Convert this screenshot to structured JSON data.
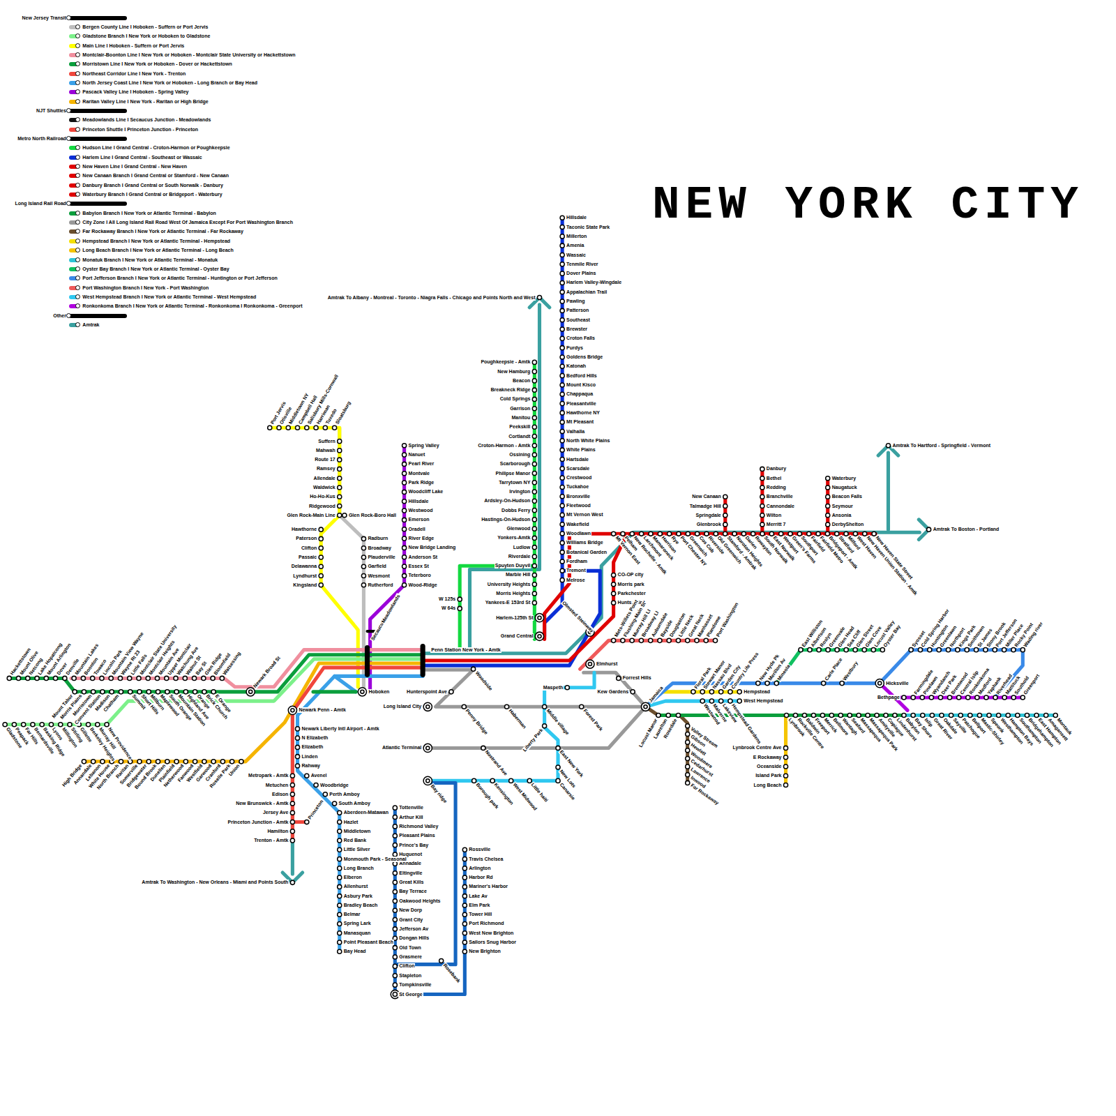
{
  "diagram": {
    "title": "NEW YORK CITY",
    "labels": [
      "Poughkeepsie - Amtk",
      "New Hamburg",
      "Beacon",
      "Breakneck Ridge",
      "Cold Springs",
      "Garrison",
      "Manitou",
      "Peekskill",
      "Cortlandt",
      "Croton-Harmon - Amtk",
      "Ossining",
      "Scarborough",
      "Philipse Manor",
      "Tarrytown NY",
      "Irvington",
      "Ardsley-On-Hudson",
      "Dobbs Ferry",
      "Hastings-On-Hudson",
      "Glenwood",
      "Yonkers-Amtk",
      "Ludlow",
      "Riverdale",
      "Spuyten Duyvil",
      "Marble Hill",
      "University Heights",
      "Morris Heights",
      "Yankees-E 153rd St",
      "Harlem-125th St",
      "Grand Central",
      "Amtrak To Albany - Montreal - Toronto - Niagra Falls - Chicago and Points North and West",
      "W 125s",
      "W 64s",
      "Hillsdale",
      "Taconic State Park",
      "Millerton",
      "Amenia",
      "Wassaic",
      "Tenmile River",
      "Dover Plains",
      "Harlem Valley-Wingdale",
      "Appalachian Trail",
      "Pawling",
      "Patterson",
      "Southeast",
      "Brewster",
      "Croton Falls",
      "Purdys",
      "Goldens Bridge",
      "Katonah",
      "Bedford Hills",
      "Mount Kisco",
      "Chappaqua",
      "Pleasantville",
      "Hawthorne NY",
      "Mt Pleasant",
      "Valhalla",
      "North White Plains",
      "White Plains",
      "Hartsdale",
      "Scarsdale",
      "Crestwood",
      "Tuckahoe",
      "Bronxville",
      "Fleetwood",
      "Mt Vernon West",
      "Wakefield",
      "Woodlawn",
      "Williams Bridge",
      "Botanical Garden",
      "Fordham",
      "Tremont",
      "Melrose",
      "Mt Vernon East",
      "Pelham",
      "New Rochelle - Amtk",
      "Larchmont",
      "Mamaroneck",
      "Harrison",
      "Rye",
      "Port Chester NY",
      "Greenwich",
      "Cos Cob",
      "Riverside",
      "Old Greenwich",
      "Stamford - Amtrak",
      "Noroton Heights",
      "Darien",
      "Rowayton",
      "South Norwalk",
      "East Norwalk",
      "Westport",
      "Green's Farms",
      "Southport",
      "Fairfield",
      "Fairfield Metro",
      "Bridgeport - Amtk",
      "Stratford",
      "Milford",
      "West Haven",
      "New Haven Union Station - Amtk",
      "New Haven State Street",
      "CO-OP city",
      "Morris park",
      "Parkchester",
      "Hunts point",
      "New Canaan",
      "Talmadge Hill",
      "Springdale",
      "Glenbrook",
      "Danbury",
      "Bethel",
      "Redding",
      "Branchville",
      "Cannondale",
      "Wilton",
      "Merritt 7",
      "Waterbury",
      "Naugatuck",
      "Beacon Falls",
      "Seymour",
      "Ansonia",
      "DerbyShelton",
      "Amtrak To Boston - Portland",
      "Amtrak To Hartford - Springfield - Vermont",
      "Mets-Willets Point",
      "Flushing-Main St",
      "Murray Hill LI",
      "Broadway LI",
      "Auburndale",
      "Bayside",
      "Douglaston",
      "Little Neck",
      "Great Neck",
      "Manhasset",
      "Plandome",
      "Port Washington",
      "Olmsted Steinway",
      "Penn Station New York - Amtk",
      "Secaucus Junction",
      "Meadowlands",
      "Hoboken",
      "Woodside",
      "Elmhurst",
      "Hunterspoint Ave",
      "Long Island City",
      "Atlantic Terminal",
      "Forrest Hills",
      "Kew Gardens",
      "Jamaica",
      "Maspeth",
      "Penny Bridge",
      "Haberman",
      "Middle village",
      "Forest Park",
      "Liberty Park",
      "East New York",
      "New Lots",
      "Canarsie",
      "Nostrand Ave",
      "Bay ridge",
      "Borough park",
      "Kensington",
      "West Midwood",
      "Little haiti",
      "Tottenville",
      "Arthur Kill",
      "Richmond Valley",
      "Pleasant Plains",
      "Prince's Bay",
      "Huguenot",
      "Annadale",
      "Eltingville",
      "Great Kills",
      "Bay Terrace",
      "Oakwood Heights",
      "New Dorp",
      "Grant City",
      "Jefferson Av",
      "Dongan Hills",
      "Old Town",
      "Grasmere",
      "Clifton",
      "Stapleton",
      "Tompkinsville",
      "St George",
      "Rosebank",
      "Rossville",
      "Travis Chelsea",
      "Arlington",
      "Harbor Rd",
      "Mariner's Harbor",
      "Lake Av",
      "Elm Park",
      "Tower Hill",
      "Port Richmond",
      "West New Brighton",
      "Sailors Snug Harbor",
      "New Brighton",
      "Port Jervis",
      "Otisville",
      "Middletown NY",
      "Campbell Hall",
      "Salisbury Mills-Cornwall",
      "Harriman",
      "Tuxedo",
      "Sloatsburg",
      "Suffern",
      "Mahwah",
      "Route 17",
      "Ramsey",
      "Allendale",
      "Waldwick",
      "Ho-Ho-Kus",
      "Ridgewood",
      "Glen Rock-Main Line",
      "Glen Rock-Boro Hall",
      "Hawthorne",
      "Paterson",
      "Clifton",
      "Passaic",
      "Delawanna",
      "Lyndhurst",
      "Kingsland",
      "Radburn",
      "Broadway",
      "Plauderville",
      "Garfield",
      "Wesmont",
      "Rutherford",
      "Spring Valley",
      "Nanuet",
      "Pearl River",
      "Montvale",
      "Park Ridge",
      "Woodcliff Lake",
      "Hillsdale",
      "Westwood",
      "Emerson",
      "Oradell",
      "River Edge",
      "New Bridge Landing",
      "Anderson St",
      "Essex St",
      "Teterboro",
      "Wood-Ridge",
      "Newark Broad St",
      "Newark Penn - Amtk",
      "Hackettstown",
      "Mount Olive",
      "Netcong",
      "Lake Hopatcong",
      "Mount Arlington",
      "Dover",
      "Denville",
      "Mountain Lakes",
      "Boonton",
      "Towaco",
      "Lincoln Park",
      "Mountain View Wayne",
      "Wayne Rt 23",
      "Little Falls",
      "Montclair State University",
      "Montclair Heights",
      "Mountain Ave",
      "Upper Montclair",
      "Watchung Ave",
      "Walnut St",
      "Bay St",
      "Glen Ridge",
      "Bloomfield",
      "Watsessing",
      "Mount Tabor",
      "Morris Plains",
      "Morristown",
      "Convent Station",
      "Madison",
      "Chatham",
      "Summit",
      "Short Hills",
      "Millburn",
      "Maplewood",
      "South Orange",
      "Mountain Station",
      "Highland Ave",
      "Orange",
      "Brick Church",
      "E Orange",
      "Gladstone",
      "Peapack",
      "Far Hills",
      "Bernardsville",
      "Basking Ridge",
      "Lyons",
      "Millington",
      "Stirling",
      "Gillette",
      "Berkeley Heights",
      "Murray Hill",
      "New Providence",
      "High Bridge",
      "Annandale",
      "Lebanon",
      "White House",
      "North Branch",
      "Raritan",
      "Somerville",
      "Bridgewater",
      "Bound Brook",
      "Dunellen",
      "Plainfield",
      "Netherwood",
      "Fanwood",
      "Westfield",
      "Garwood",
      "Cranford",
      "Roselle Park",
      "Union",
      "Newark Liberty Intl Airport - Amtk",
      "N Elizabeth",
      "Elizabeth",
      "Linden",
      "Rahway",
      "Avenel",
      "Woodbridge",
      "Perth Amboy",
      "South Amboy",
      "Aberdeen-Matawan",
      "Hazlet",
      "Middletown",
      "Red Bank",
      "Little Silver",
      "Monmouth Park - Seasonal",
      "Long Branch",
      "Elberon",
      "Allenhurst",
      "Asbury Park",
      "Bradley Beach",
      "Belmar",
      "Spring Lark",
      "Manasquan",
      "Point Pleasant Beach",
      "Bay Head",
      "Metropark - Amtk",
      "Metuchen",
      "Edison",
      "New Brunswick - Amtk",
      "Jersey Ave",
      "Princeton Junction - Amtk",
      "Hamilton",
      "Trenton - Amtk",
      "Princeton",
      "Amtrak To Washington - New Orleans - Miami and Points South",
      "Floral Park",
      "Stewart Manor",
      "Nassau Blvd",
      "Garden City",
      "Country Life Press",
      "Hempstead",
      "New Hyde Pk",
      "Merillon Av",
      "Mineola",
      "Carle Place",
      "Westbury",
      "Hicksville",
      "Westwood",
      "Malverne",
      "Lakeview",
      "Hempstead Gardens",
      "West Hempstead",
      "Locust Manor",
      "Laurelton",
      "Rosedale",
      "Valley Stream",
      "Gibson",
      "Hewlett",
      "Woodmere",
      "Cedarhurst",
      "Lawrence",
      "Inwood",
      "Far Rockaway",
      "Lynbrook",
      "Rockville Centre",
      "Baldwin",
      "Freeport",
      "Merrick",
      "Bellmore",
      "Wantagh",
      "Seaford",
      "Massapequa",
      "Massapequa Park",
      "Amityville",
      "Copiague",
      "Lindenhurst",
      "Babylon",
      "Bay Shore",
      "Islip",
      "Great River",
      "Oakdale",
      "Sayville",
      "Patchogue",
      "Bellport",
      "Mastic-Shirley",
      "Speonk",
      "Westhampton",
      "Hampton Bays",
      "Southampton",
      "Bridgehampton",
      "East Hampton",
      "Amagansett",
      "Montauk",
      "Lynbrook Centre Ave",
      "E Rockaway",
      "Oceanside",
      "Island Park",
      "Long Beach",
      "East Williston",
      "Albertson",
      "Roslyn",
      "Greenvale",
      "Glen Head",
      "Sea Cliff",
      "Glen Street",
      "Glen Cove",
      "Locust Valley",
      "Oyster Bay",
      "Syosset",
      "Cold Spring Harbor",
      "Huntington",
      "Greenlawn",
      "Northport",
      "Kings Park",
      "Smithtown",
      "St James",
      "Stony Brook",
      "Port Jefferson",
      "Miller Place",
      "Rocky Point",
      "Wading river",
      "Bethpage",
      "Farmingdale",
      "Pinelawn",
      "Wyandanch",
      "Deer Park",
      "Brentwood",
      "Central Islip",
      "Ronkonkoma",
      "Medford",
      "Yaphank",
      "Riverhead",
      "Mattituck",
      "Southold",
      "Greenport"
    ],
    "legend": [
      {
        "text": "New Jersey Transit",
        "color": "#000000"
      },
      {
        "text": "Bergen County Line I Hoboken - Suffern or Port Jervis",
        "color": "#bdbdbd"
      },
      {
        "text": "Gladstone Branch I New York or Hoboken to Gladstone",
        "color": "#7cf08a"
      },
      {
        "text": "Main Line I Hoboken - Suffern or Port Jervis",
        "color": "#ffff00"
      },
      {
        "text": "Montclair-Boonton Line I New York or Hoboken - Montclair State University or Hackettstown",
        "color": "#f08f9e"
      },
      {
        "text": "Morristown Line I New York or Hoboken - Dover or Hackettstown",
        "color": "#0a9e3c"
      },
      {
        "text": "Northeast Corridor Line I New York - Trenton",
        "color": "#f0463c"
      },
      {
        "text": "North Jersey Coast Line I New York or Hoboken - Long Branch or Bay Head",
        "color": "#3aa0e8"
      },
      {
        "text": "Pascack Valley Line I Hoboken - Spring Valley",
        "color": "#9b00d9"
      },
      {
        "text": "Raritan Valley Line I New York - Raritan or High Bridge",
        "color": "#f5b400"
      },
      {
        "text": "NJT Shuttles",
        "color": "#000000"
      },
      {
        "text": "Meadowlands Line I Secaucus Junction - Meadowlands",
        "color": "#111111"
      },
      {
        "text": "Princeton Shuttle I Princeton Junction - Princeton",
        "color": "#f0463c"
      },
      {
        "text": "Metro North Railroad",
        "color": "#000000"
      },
      {
        "text": "Hudson Line I Grand Central - Croton-Harmon or Poughkeepsie",
        "color": "#13d940"
      },
      {
        "text": "Harlem Line I Grand Central - Southeast or Wassaic",
        "color": "#0a2fd6"
      },
      {
        "text": "New Haven Line I Grand Central - New Haven",
        "color": "#e00000"
      },
      {
        "text": "New Canaan Branch I Grand Central or Stamford - New Canaan",
        "color": "#e00000"
      },
      {
        "text": "Danbury Branch I Grand Central or South Norwalk - Danbury",
        "color": "#e00000"
      },
      {
        "text": "Waterbury Branch I Grand Central or Bridgeport - Waterbury",
        "color": "#e00000"
      },
      {
        "text": "Long Island Rail Road",
        "color": "#000000"
      },
      {
        "text": "Babylon Branch I New York or Atlantic Terminal - Babylon",
        "color": "#0a9e3c"
      },
      {
        "text": "City Zone I All Long Island Rail Road West Of Jamaica Except For Port Washington Branch",
        "color": "#999999"
      },
      {
        "text": "Far Rockaway Branch I New York or Atlantic Terminal - Far Rockaway",
        "color": "#6b4f2e"
      },
      {
        "text": "Hempstead Branch I New York or Atlantic Terminal - Hempstead",
        "color": "#f5e000"
      },
      {
        "text": "Long Beach Branch I New York or Atlantic Terminal - Long Beach",
        "color": "#f5c400"
      },
      {
        "text": "Monatuk Branch I New York or Atlantic Terminal - Monatuk",
        "color": "#2ec4d6"
      },
      {
        "text": "Oyster Bay Branch I New York or Atlantic Terminal - Oyster Bay",
        "color": "#10c060"
      },
      {
        "text": "Port Jefferson Branch I New York or Atlantic Terminal - Huntington or Port Jefferson",
        "color": "#3a8ae8"
      },
      {
        "text": "Port Washington Branch I New York - Port Washington",
        "color": "#f05a5a"
      },
      {
        "text": "West Hempstead Branch I New York or Atlantic Terminal - West Hempstead",
        "color": "#30c8f0"
      },
      {
        "text": "Ronkonkoma Branch I New York or Atlantic Terminal - Ronkonkoma I Ronkonkoma - Greenport",
        "color": "#b000e0"
      },
      {
        "text": "Other",
        "color": "#000000"
      },
      {
        "text": "Amtrak",
        "color": "#3aa0a0"
      }
    ]
  }
}
